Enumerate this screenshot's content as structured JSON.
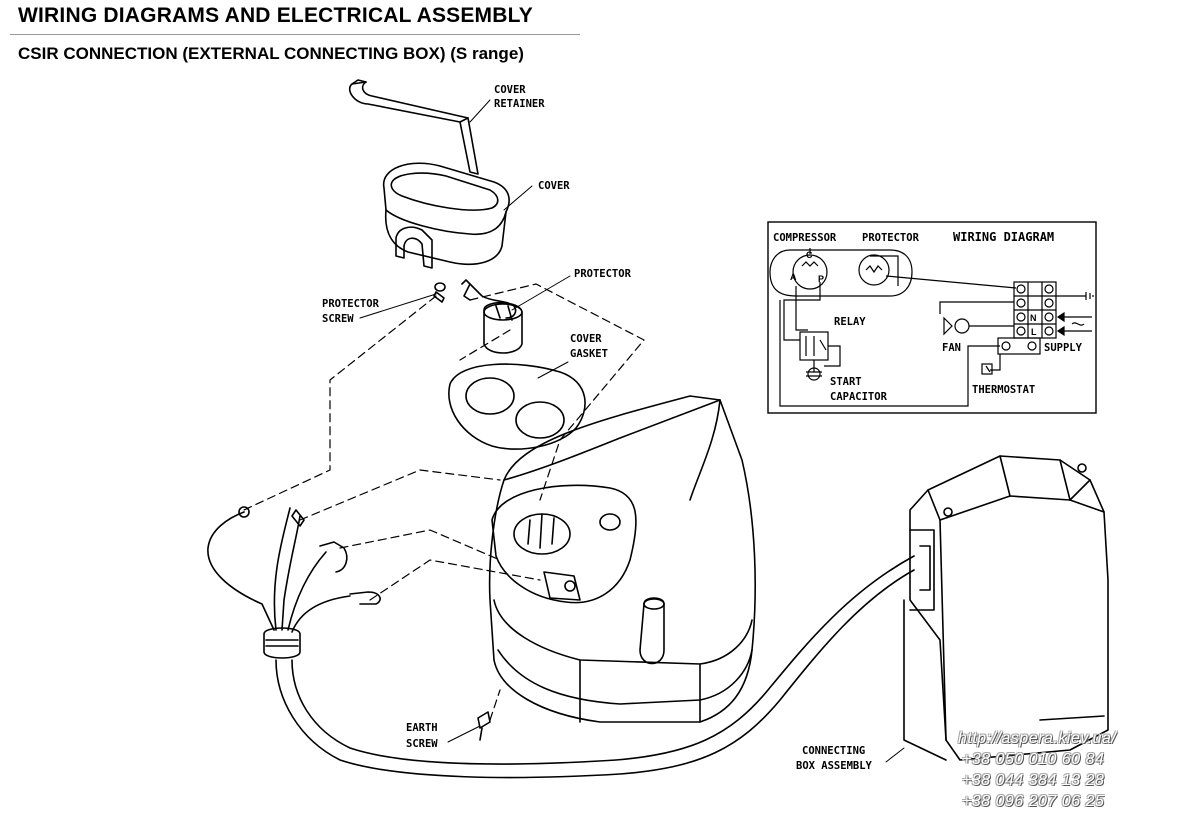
{
  "header": {
    "title": "WIRING DIAGRAMS AND ELECTRICAL ASSEMBLY",
    "subtitle": "CSIR CONNECTION (EXTERNAL CONNECTING BOX) (S range)"
  },
  "callouts": {
    "cover_retainer": [
      "COVER",
      "RETAINER"
    ],
    "cover": "COVER",
    "protector": "PROTECTOR",
    "protector_screw": [
      "PROTECTOR",
      "SCREW"
    ],
    "cover_gasket": [
      "COVER",
      "GASKET"
    ],
    "earth_screw": [
      "EARTH",
      "SCREW"
    ],
    "connecting_box": [
      "CONNECTING",
      "BOX ASSEMBLY"
    ]
  },
  "wiring_diagram": {
    "title": "WIRING DIAGRAM",
    "compressor_label": "COMPRESSOR",
    "protector_label": "PROTECTOR",
    "relay_label": "RELAY",
    "start_capacitor_label": [
      "START",
      "CAPACITOR"
    ],
    "fan_label": "FAN",
    "supply_label": "SUPPLY",
    "thermostat_label": "THERMOSTAT",
    "pin_c": "C",
    "pin_a": "A",
    "pin_p": "P",
    "terminal_n": "N",
    "terminal_l": "L"
  },
  "watermark": {
    "url": "http://aspera.kiev.ua/",
    "phones": [
      "+38 050 010 60 84",
      "+38 044 384 13 28",
      "+38 096 207 06 25"
    ]
  }
}
